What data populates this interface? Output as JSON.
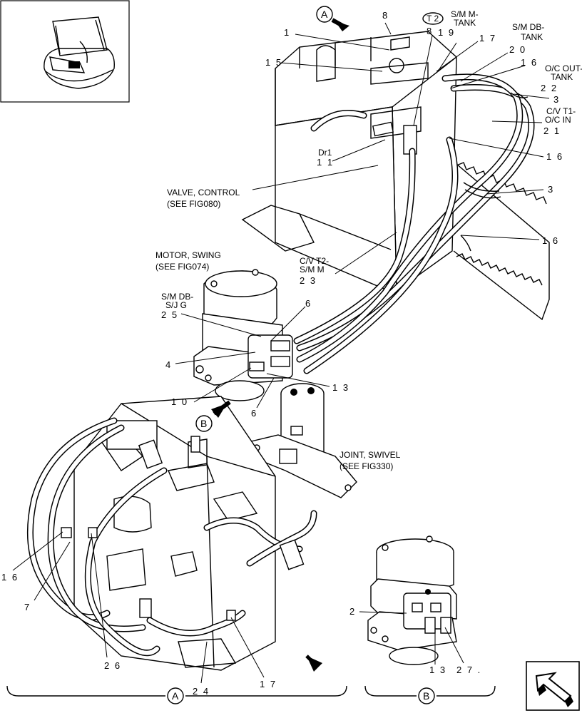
{
  "callouts": {
    "c1": "1",
    "c15": "1 5",
    "c8a": "8",
    "c8b": "8",
    "c19": "1 9",
    "c17a": "1 7",
    "c20": "2 0",
    "c16a": "1 6",
    "c22": "2 2",
    "c3a": "3",
    "c21": "2 1",
    "c16b": "1 6",
    "c3b": "3",
    "c16c": "1 6",
    "c11": "1 1",
    "c23": "2 3",
    "c25": "2 5",
    "c6a": "6",
    "c4": "4",
    "c13a": "1 3",
    "c10": "1 0",
    "c6b": "6",
    "c16d": "1 6",
    "c7": "7",
    "c26": "2 6",
    "c24": "2 4",
    "c17b": "1 7",
    "c2": "2",
    "c13b": "1 3",
    "c27": "2 7 ."
  },
  "labels": {
    "t2": "T 2",
    "sm_m_tank_1": "S/M M-",
    "sm_m_tank_2": "TANK",
    "sm_db_tank_1": "S/M DB-",
    "sm_db_tank_2": "TANK",
    "oc_out_tank_1": "O/C OUT-",
    "oc_out_tank_2": "TANK",
    "cv_t1_1": "C/V T1-",
    "cv_t1_2": "O/C IN",
    "dr1": "Dr1",
    "cv_t2_1": "C/V T2-",
    "cv_t2_2": "S/M M",
    "sm_db_sj_1": "S/M DB-",
    "sm_db_sj_2": "S/J G",
    "valve_control_1": "VALVE, CONTROL",
    "valve_control_2": "(SEE FIG080)",
    "motor_swing_1": "MOTOR, SWING",
    "motor_swing_2": "(SEE FIG074)",
    "joint_swivel_1": "JOINT, SWIVEL",
    "joint_swivel_2": "(SEE FIG330)"
  },
  "views": {
    "a": "A",
    "b": "B"
  },
  "icons": {
    "thumbnail": "excavator-thumbnail-icon",
    "nav": "next-page-arrow-icon",
    "arrow": "view-direction-arrow-icon"
  }
}
